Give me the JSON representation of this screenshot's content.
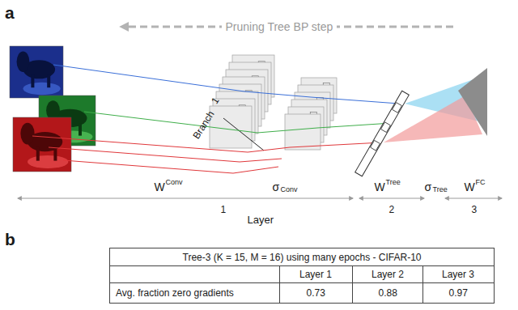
{
  "diagram": {
    "labels": [
      "a",
      "Pruning Tree BP step",
      "Branch",
      "1",
      "W",
      "Conv",
      "σ",
      "Conv",
      "W",
      "Tree",
      "σ",
      "Tree",
      "W",
      "FC",
      "1",
      "2",
      "3",
      "Layer",
      "b",
      "Tree-3 (K = 15, M = 16) using many epochs - CIFAR-10",
      "Layer 1",
      "Layer 2",
      "Layer 3",
      "Avg. fraction zero gradients",
      "0.73",
      "0.88",
      "0.97"
    ]
  }
}
